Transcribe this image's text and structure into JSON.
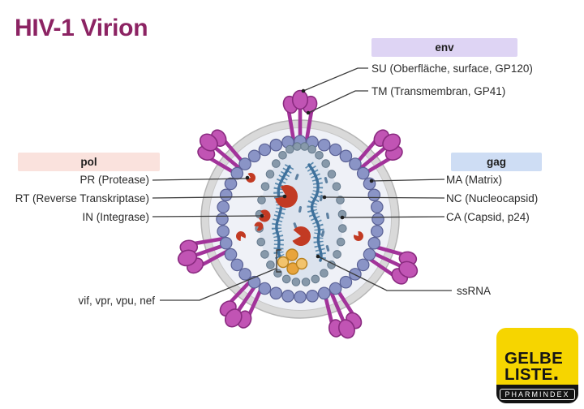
{
  "title": "HIV-1 Virion",
  "gene_groups": {
    "env": {
      "label": "env",
      "box_color": "#ded4f4",
      "items": [
        "SU (Oberfläche, surface, GP120)",
        "TM (Transmembran, GP41)"
      ]
    },
    "pol": {
      "label": "pol",
      "box_color": "#fae2dd",
      "items": [
        "PR (Protease)",
        "RT (Reverse Transkriptase)",
        "IN (Integrase)"
      ]
    },
    "gag": {
      "label": "gag",
      "box_color": "#ceddf4",
      "items": [
        "MA (Matrix)",
        "NC (Nucleocapsid)",
        "CA (Capsid, p24)"
      ]
    }
  },
  "annotations": {
    "accessory_genes": "vif, vpr, vpu, nef",
    "rna": "ssRNA"
  },
  "colors": {
    "title": "#8c2363",
    "spike_magenta": "#c154b4",
    "matrix_blue": "#8a94c6",
    "capsid_gray_blue": "#8799aa",
    "rna_blue": "#4d80a6",
    "enzyme_red": "#c23a23",
    "accessory_yellow": "#e8a43c",
    "logo_yellow": "#f6d500",
    "logo_black": "#131313"
  },
  "logo": {
    "line1": "GELBE",
    "line2": "LISTE",
    "dot": ".",
    "tagline": "PHARMINDEX"
  }
}
